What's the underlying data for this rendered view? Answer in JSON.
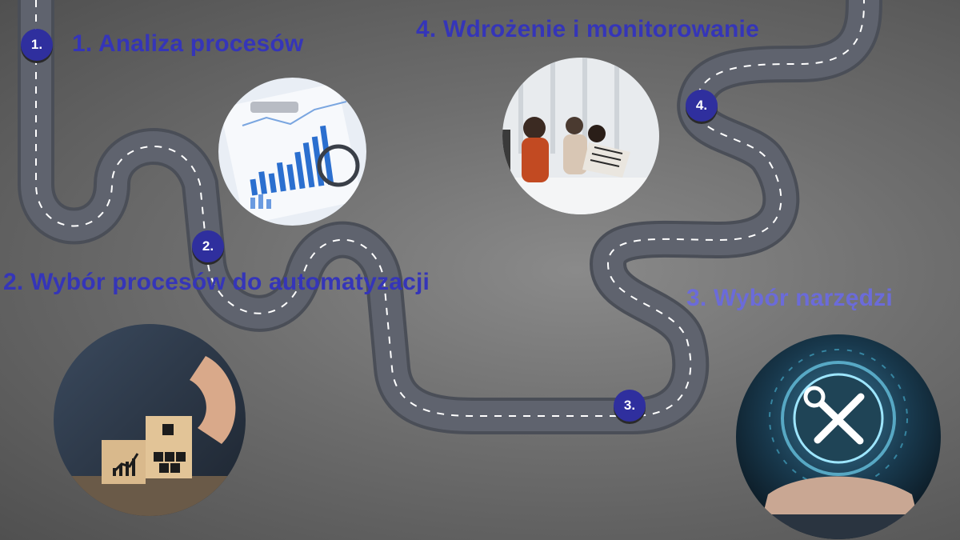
{
  "steps": [
    {
      "marker": "1.",
      "title": "1. Analiza procesów",
      "icon": "bar-chart-document-icon"
    },
    {
      "marker": "2.",
      "title": "2. Wybór procesów do automatyzacji",
      "icon": "wooden-blocks-icon"
    },
    {
      "marker": "3.",
      "title": "3. Wybór narzędzi",
      "icon": "wrench-screwdriver-icon"
    },
    {
      "marker": "4.",
      "title": "4. Wdrożenie i monitorowanie",
      "icon": "team-meeting-icon"
    }
  ],
  "colors": {
    "marker": "#2f2f9e",
    "title": "#3535b8",
    "title_light": "#6b6bd9",
    "road": "#5a5f6a",
    "road_edge": "#4a4e57",
    "dash": "#ffffff"
  }
}
